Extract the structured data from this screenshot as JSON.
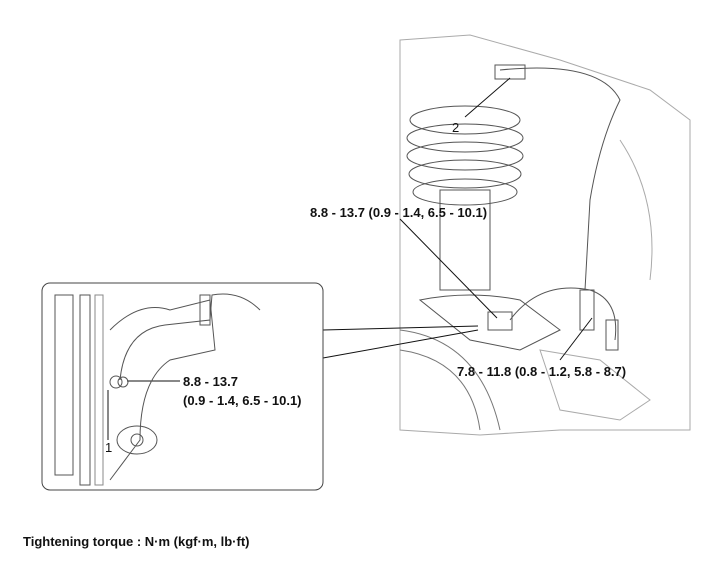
{
  "callouts": {
    "part_2": "2",
    "part_1": "1",
    "torque_main_upper": "8.8 - 13.7 (0.9 - 1.4, 6.5 - 10.1)",
    "torque_main_lower": "7.8 - 11.8 (0.8 - 1.2, 5.8 - 8.7)",
    "torque_inset_line1": "8.8 - 13.7",
    "torque_inset_line2": "(0.9 - 1.4, 6.5 - 10.1)"
  },
  "footer": {
    "units_note": "Tightening torque : N·m (kgf·m, lb·ft)"
  }
}
